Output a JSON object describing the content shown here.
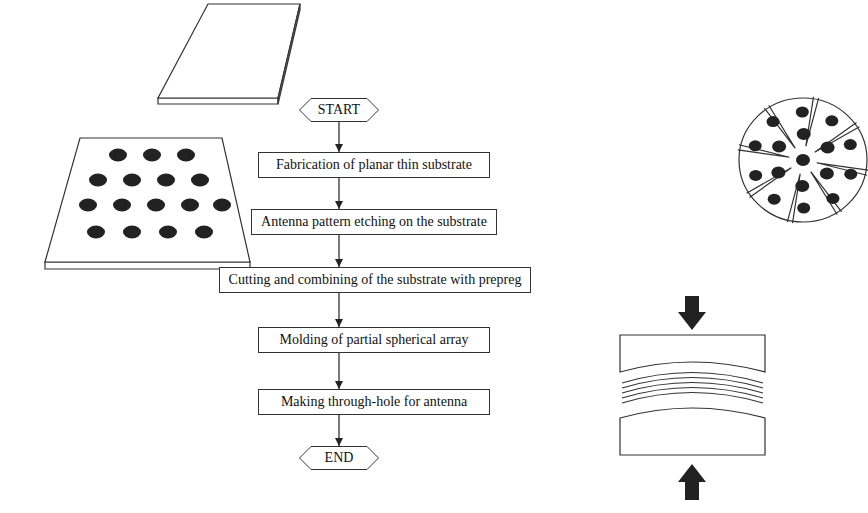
{
  "diagram": {
    "nodes": [
      {
        "text": [
          "START"
        ]
      },
      {
        "text": [
          "Fabrication of planar thin substrate"
        ]
      },
      {
        "text": [
          "Antenna pattern etching on the substrate"
        ]
      },
      {
        "text": [
          "Cutting and combining of  the substrate with prepreg"
        ]
      },
      {
        "text": [
          "Molding of partial spherical array"
        ]
      },
      {
        "text": [
          "Making through-hole for antenna"
        ]
      },
      {
        "text": [
          "END"
        ]
      }
    ],
    "edges": [
      {
        "from": 0,
        "to": 1,
        "arrow": "to"
      },
      {
        "from": 1,
        "to": 2,
        "arrow": "to"
      },
      {
        "from": 2,
        "to": 3,
        "arrow": "to"
      },
      {
        "from": 3,
        "to": 4,
        "arrow": "to"
      },
      {
        "from": 4,
        "to": 5,
        "arrow": "to"
      },
      {
        "from": 5,
        "to": 6,
        "arrow": "to"
      }
    ]
  }
}
